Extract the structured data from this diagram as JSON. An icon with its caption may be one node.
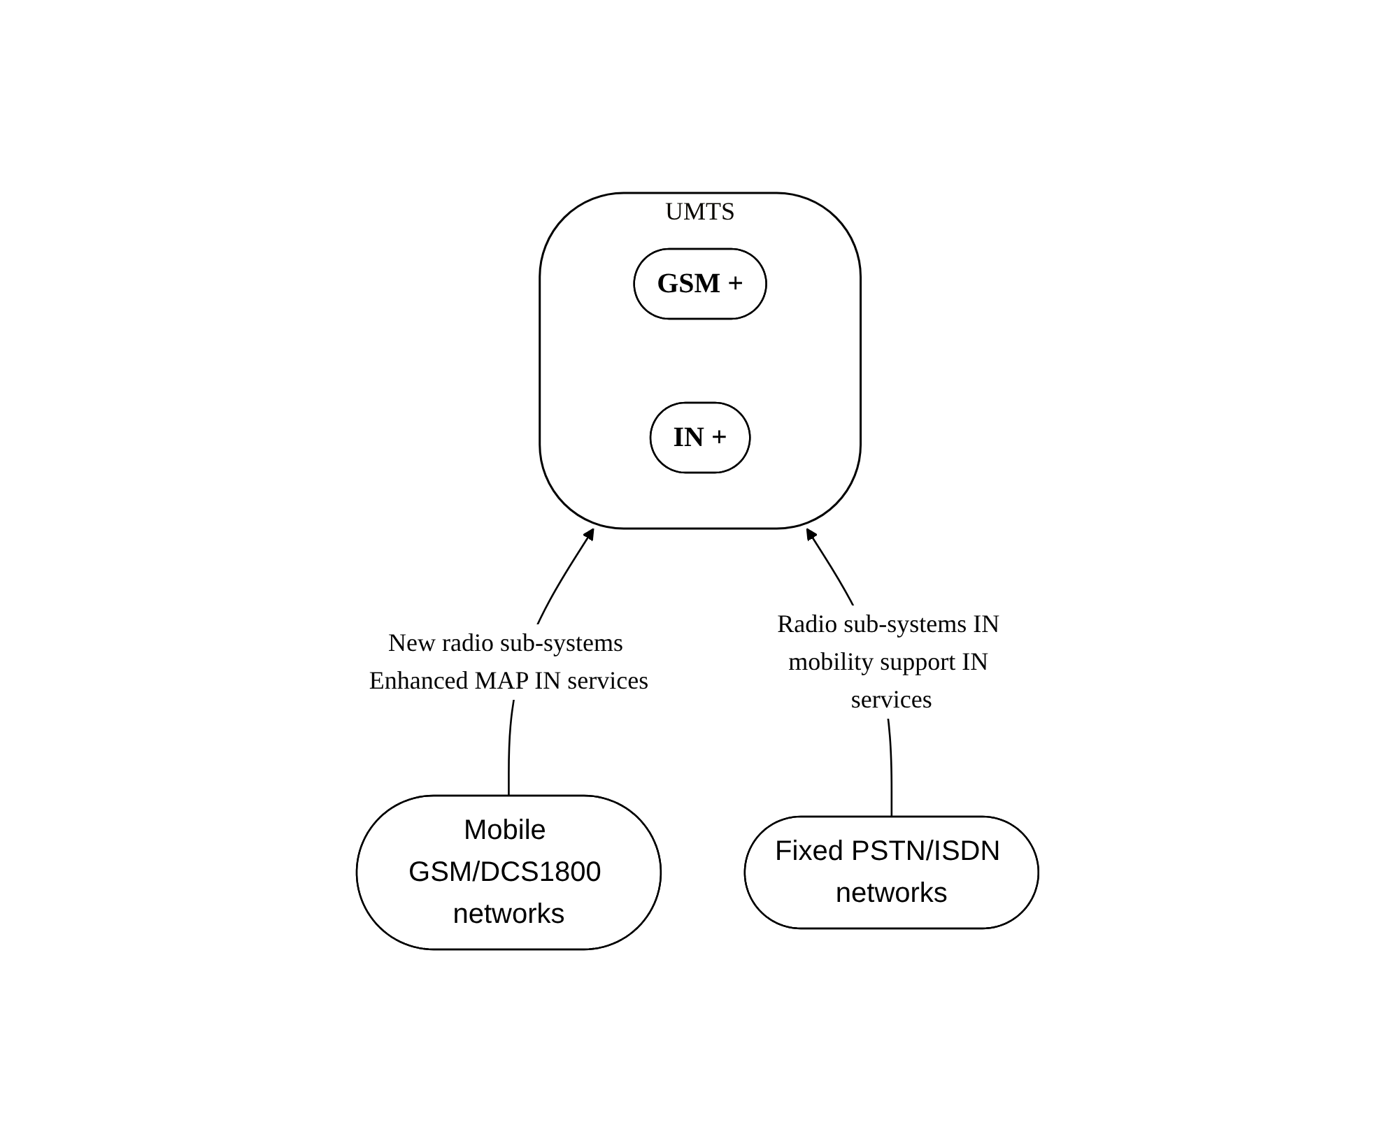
{
  "diagram": {
    "nodes": [
      {
        "text": [
          "UMTS"
        ]
      },
      {
        "text": [
          "GSM +"
        ],
        "in": 0
      },
      {
        "text": [
          "IN +"
        ],
        "in": 0
      },
      {
        "text": [
          "Mobile GSM/DCS1800 networks"
        ]
      },
      {
        "text": [
          "Fixed PSTN/ISDN networks"
        ]
      }
    ],
    "edges": [
      {
        "from": 3,
        "to": 0,
        "arrow": "to",
        "label": "New radio sub-systems Enhanced MAP IN services"
      },
      {
        "from": 4,
        "to": 0,
        "arrow": "to",
        "label": "Radio sub-systems IN mobility support IN services"
      }
    ]
  }
}
